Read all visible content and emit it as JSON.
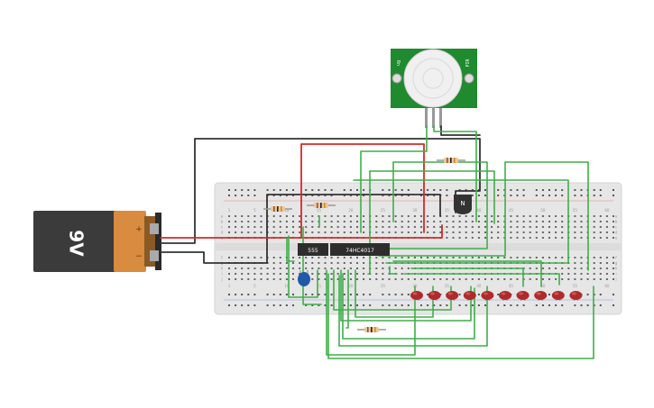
{
  "battery": {
    "label": "9V",
    "plus": "+",
    "minus": "−"
  },
  "chips": {
    "timer": "555",
    "counter": "74HC4017"
  },
  "transistor": {
    "label": "N"
  },
  "sensor": {
    "left_text": "Rn",
    "right_text": "PIR"
  },
  "breadboard": {
    "col_numbers": [
      "1",
      "5",
      "10",
      "15",
      "20",
      "25",
      "30",
      "35",
      "40",
      "45",
      "50",
      "55",
      "60"
    ],
    "row_letters_top": [
      "a",
      "b",
      "c",
      "d",
      "e"
    ],
    "row_letters_bottom": [
      "f",
      "g",
      "h",
      "i",
      "j"
    ]
  },
  "colors": {
    "wire_green": "#3fae49",
    "wire_red": "#d6282a",
    "wire_black": "#333333",
    "led_red": "#b02a2a",
    "board": "#e6e6e6",
    "pcb_green": "#1f8a2e",
    "battery_body": "#3b3b3b",
    "battery_cap": "#d98b3f"
  },
  "led_count": 10
}
